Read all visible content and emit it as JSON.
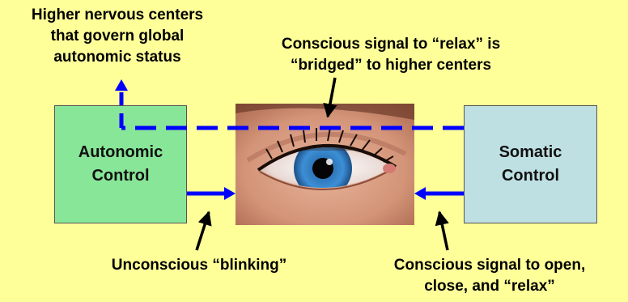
{
  "labels": {
    "higher_centers": [
      "Higher nervous centers",
      "that govern global",
      "autonomic status"
    ],
    "conscious_bridge": [
      "Conscious signal to “relax” is",
      "“bridged” to higher centers"
    ],
    "unconscious": "Unconscious “blinking”",
    "conscious_open": [
      "Conscious signal to open,",
      "close, and “relax”"
    ]
  },
  "boxes": {
    "autonomic": [
      "Autonomic",
      "Control"
    ],
    "somatic": [
      "Somatic",
      "Control"
    ]
  },
  "colors": {
    "background": "#ffff99",
    "autonomic_box": "#88e698",
    "somatic_box": "#bfe0e2",
    "arrow_blue": "#0000ff"
  },
  "image": {
    "subject": "close-up photo of a blue human eye",
    "icon": "eye-photo"
  }
}
